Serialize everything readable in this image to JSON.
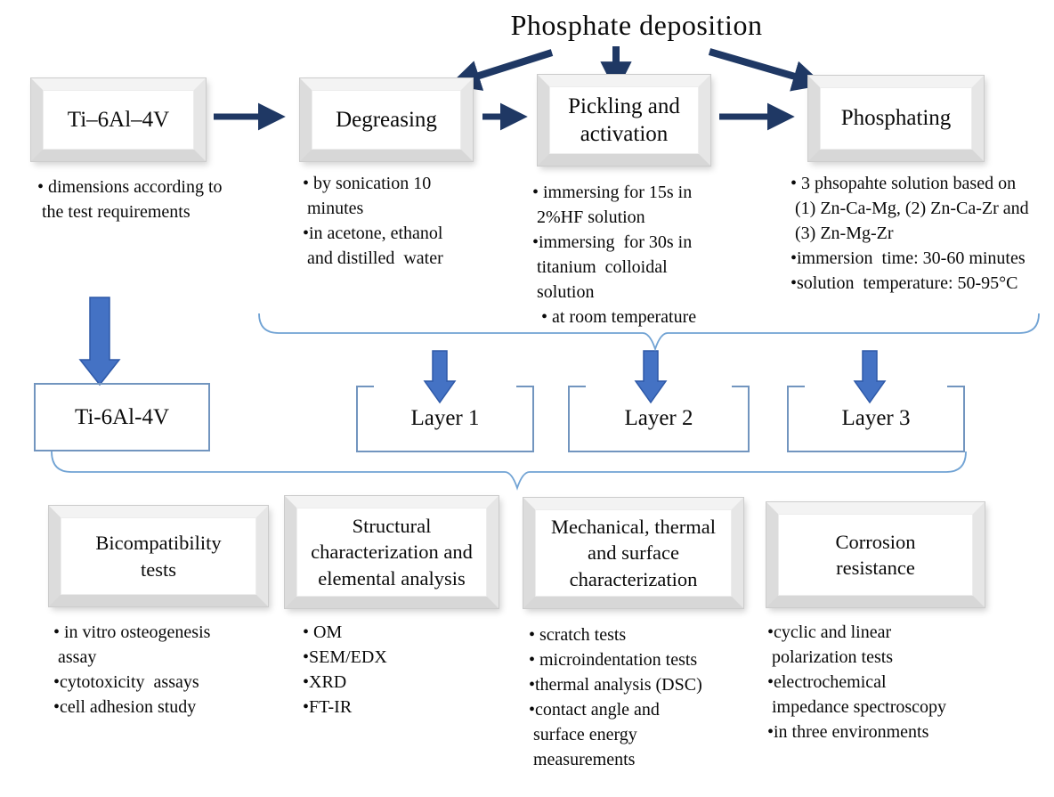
{
  "title": "Phosphate deposition",
  "colors": {
    "dark_arrow": "#1f3864",
    "flow_arrow_fill": "#4472c4",
    "flow_arrow_edge": "#2e59a8",
    "brace": "#71a3d4",
    "outline_box_border": "#7295bf",
    "text": "#141414"
  },
  "process_row": [
    {
      "label": "Ti–6Al–4V",
      "notes": [
        "• dimensions according to",
        " the test requirements"
      ]
    },
    {
      "label": "Degreasing",
      "notes": [
        "• by sonication 10",
        " minutes",
        "•in acetone, ethanol",
        " and distilled  water"
      ]
    },
    {
      "label": "Pickling and activation",
      "notes": [
        "• immersing for 15s in",
        " 2%HF solution",
        "•immersing  for 30s in",
        " titanium  colloidal",
        " solution",
        "  • at room temperature"
      ]
    },
    {
      "label": "Phosphating",
      "notes": [
        "• 3 phsopahte solution based on",
        " (1) Zn-Ca-Mg, (2) Zn-Ca-Zr and",
        " (3) Zn-Mg-Zr",
        "•immersion  time: 30-60 minutes",
        "•solution  temperature: 50-95°C"
      ]
    }
  ],
  "result_row": [
    {
      "label": "Ti-6Al-4V"
    },
    {
      "label": "Layer 1"
    },
    {
      "label": "Layer 2"
    },
    {
      "label": "Layer 3"
    }
  ],
  "test_row": [
    {
      "label": "Bicompatibility tests",
      "notes": [
        "• in vitro osteogenesis",
        " assay",
        "•cytotoxicity  assays",
        "•cell adhesion study"
      ]
    },
    {
      "label": "Structural characterization and elemental analysis",
      "notes": [
        "• OM",
        "•SEM/EDX",
        "•XRD",
        "•FT-IR"
      ]
    },
    {
      "label": "Mechanical, thermal and surface characterization",
      "notes": [
        "• scratch tests",
        "• microindentation tests",
        "•thermal analysis (DSC)",
        "•contact angle and",
        " surface energy",
        " measurements"
      ]
    },
    {
      "label": "Corrosion resistance",
      "notes": [
        "•cyclic and linear",
        " polarization tests",
        "•electrochemical",
        " impedance spectroscopy",
        "•in three environments"
      ]
    }
  ]
}
